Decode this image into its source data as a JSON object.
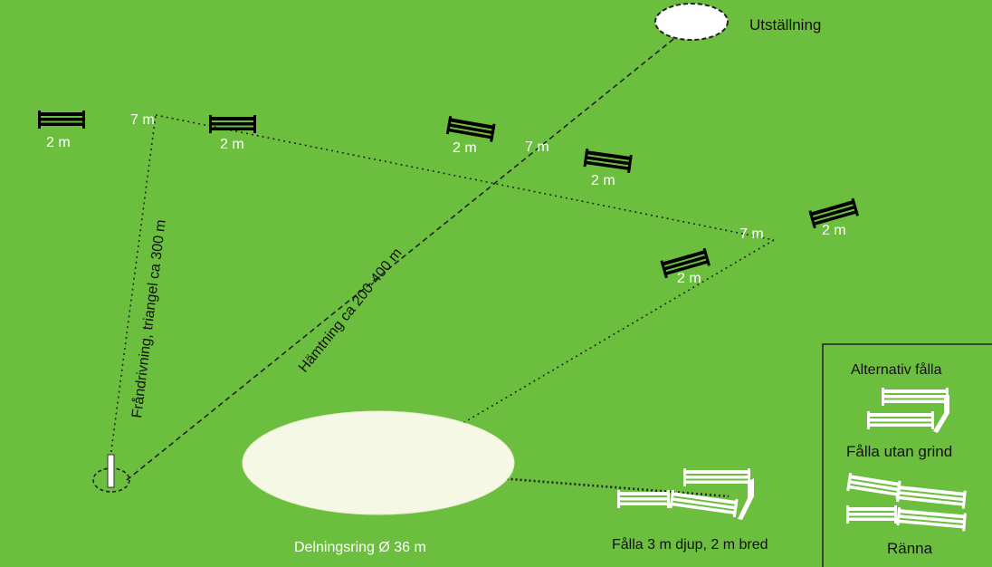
{
  "labels": {
    "exhibition": "Utställning",
    "fetch": "Hämtning ca 200-400 m",
    "drive": "Fråndrivning, triangel ca 300 m",
    "ring": "Delningsring Ø 36 m",
    "pen": "Fålla 3 m djup, 2 m bred"
  },
  "gaps": {
    "g1": "2 m",
    "g2": "2 m",
    "g3": "2 m",
    "g4": "2 m",
    "g5": "2 m",
    "g6": "2 m"
  },
  "turns": {
    "t1": "7 m",
    "t2": "7 m",
    "t3": "7 m"
  },
  "legend": {
    "title": "Alternativ fålla",
    "pen_no_gate": "Fålla utan grind",
    "chute": "Ränna"
  },
  "colors": {
    "grass": "#6cbf3e",
    "ring": "#f4f8e4",
    "fence": "#ffffff",
    "line": "#222222"
  }
}
